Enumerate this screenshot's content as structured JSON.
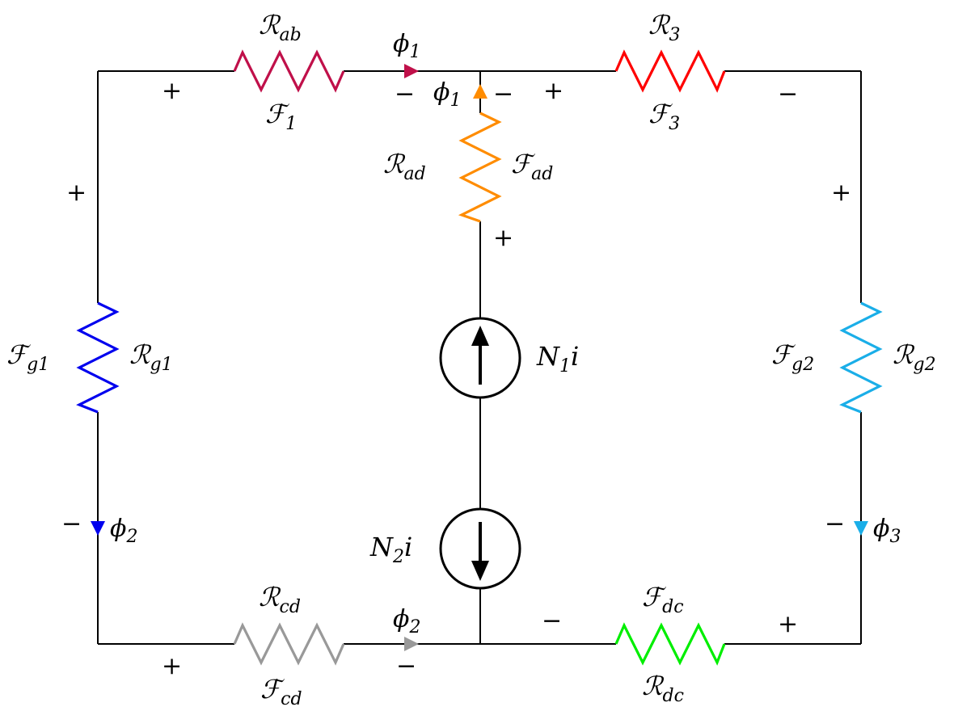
{
  "colors": {
    "wire": "#000000",
    "R_ab": "#c0104a",
    "R_3": "#ff0000",
    "R_ad": "#ff8c00",
    "R_g1": "#0000ee",
    "R_g2": "#1aaee8",
    "R_cd": "#999999",
    "R_dc": "#00ee00"
  },
  "labels": {
    "R_ab": {
      "main": "ℛ",
      "sub": "ab"
    },
    "F_1": {
      "main": "ℱ",
      "sub": "1"
    },
    "R_3": {
      "main": "ℛ",
      "sub": "3"
    },
    "F_3": {
      "main": "ℱ",
      "sub": "3"
    },
    "R_ad": {
      "main": "ℛ",
      "sub": "ad"
    },
    "F_ad": {
      "main": "ℱ",
      "sub": "ad"
    },
    "F_g1": {
      "main": "ℱ",
      "sub": "g1"
    },
    "R_g1": {
      "main": "ℛ",
      "sub": "g1"
    },
    "F_g2": {
      "main": "ℱ",
      "sub": "g2"
    },
    "R_g2": {
      "main": "ℛ",
      "sub": "g2"
    },
    "R_cd": {
      "main": "ℛ",
      "sub": "cd"
    },
    "F_cd": {
      "main": "ℱ",
      "sub": "cd"
    },
    "F_dc": {
      "main": "ℱ",
      "sub": "dc"
    },
    "R_dc": {
      "main": "ℛ",
      "sub": "dc"
    },
    "phi1_top": {
      "main": "ϕ",
      "sub": "1"
    },
    "phi1_mid": {
      "main": "ϕ",
      "sub": "1"
    },
    "phi2_left": {
      "main": "ϕ",
      "sub": "2"
    },
    "phi3_right": {
      "main": "ϕ",
      "sub": "3"
    },
    "phi2_bottom": {
      "main": "ϕ",
      "sub": "2"
    },
    "N1i": {
      "main": "N",
      "sub": "1",
      "tail": "i"
    },
    "N2i": {
      "main": "N",
      "sub": "2",
      "tail": "i"
    }
  },
  "signs": {
    "plus": "+",
    "minus": "−"
  }
}
